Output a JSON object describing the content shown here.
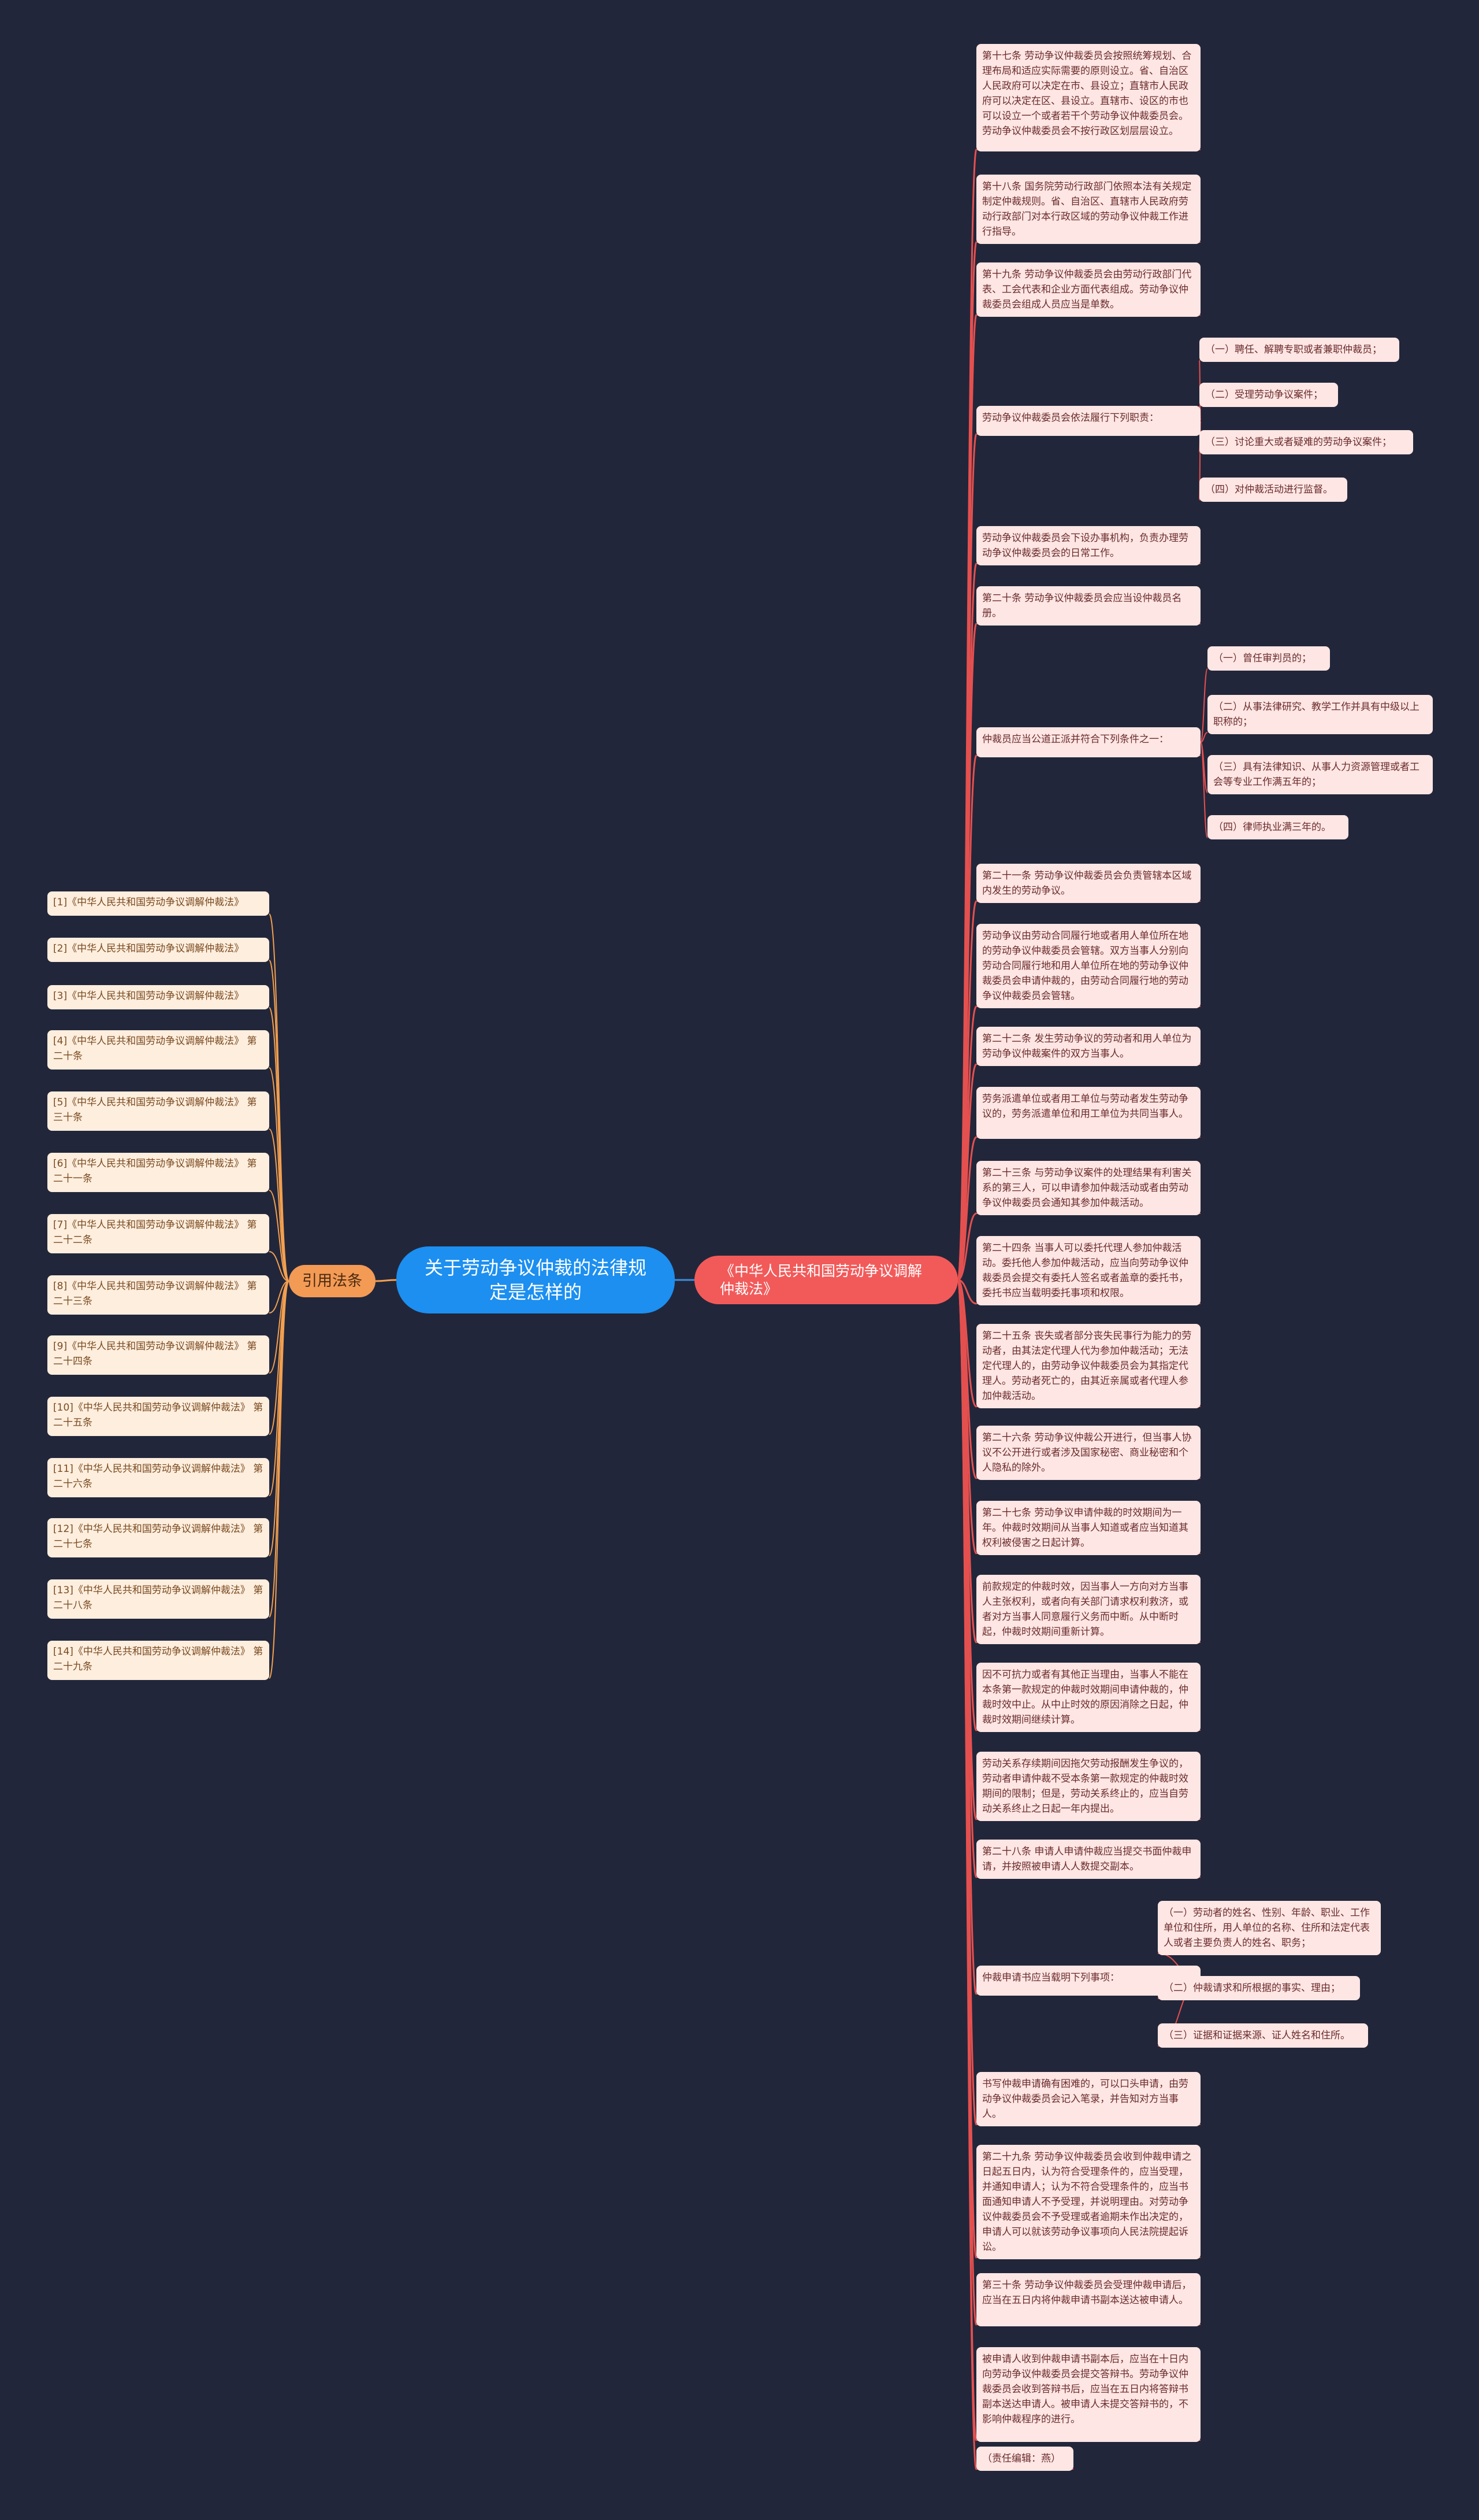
{
  "root": "关于劳动争议仲裁的法律规定是怎样的",
  "right_main": "《中华人民共和国劳动争议调解仲裁法》",
  "left_main": "引用法条",
  "right_items": [
    {
      "text": "第十七条 劳动争议仲裁委员会按照统筹规划、合理布局和适应实际需要的原则设立。省、自治区人民政府可以决定在市、县设立；直辖市人民政府可以决定在区、县设立。直辖市、设区的市也可以设立一个或者若干个劳动争议仲裁委员会。劳动争议仲裁委员会不按行政区划层层设立。"
    },
    {
      "text": "第十八条 国务院劳动行政部门依照本法有关规定制定仲裁规则。省、自治区、直辖市人民政府劳动行政部门对本行政区域的劳动争议仲裁工作进行指导。"
    },
    {
      "text": "第十九条 劳动争议仲裁委员会由劳动行政部门代表、工会代表和企业方面代表组成。劳动争议仲裁委员会组成人员应当是单数。"
    },
    {
      "text": "劳动争议仲裁委员会依法履行下列职责：",
      "children": [
        "（一）聘任、解聘专职或者兼职仲裁员；",
        "（二）受理劳动争议案件；",
        "（三）讨论重大或者疑难的劳动争议案件；",
        "（四）对仲裁活动进行监督。"
      ]
    },
    {
      "text": "劳动争议仲裁委员会下设办事机构，负责办理劳动争议仲裁委员会的日常工作。"
    },
    {
      "text": "第二十条 劳动争议仲裁委员会应当设仲裁员名册。"
    },
    {
      "text": "仲裁员应当公道正派并符合下列条件之一：",
      "children": [
        "（一）曾任审判员的；",
        "（二）从事法律研究、教学工作并具有中级以上职称的；",
        "（三）具有法律知识、从事人力资源管理或者工会等专业工作满五年的；",
        "（四）律师执业满三年的。"
      ]
    },
    {
      "text": "第二十一条 劳动争议仲裁委员会负责管辖本区域内发生的劳动争议。"
    },
    {
      "text": "劳动争议由劳动合同履行地或者用人单位所在地的劳动争议仲裁委员会管辖。双方当事人分别向劳动合同履行地和用人单位所在地的劳动争议仲裁委员会申请仲裁的，由劳动合同履行地的劳动争议仲裁委员会管辖。"
    },
    {
      "text": "第二十二条 发生劳动争议的劳动者和用人单位为劳动争议仲裁案件的双方当事人。"
    },
    {
      "text": "劳务派遣单位或者用工单位与劳动者发生劳动争议的，劳务派遣单位和用工单位为共同当事人。"
    },
    {
      "text": "第二十三条 与劳动争议案件的处理结果有利害关系的第三人，可以申请参加仲裁活动或者由劳动争议仲裁委员会通知其参加仲裁活动。"
    },
    {
      "text": "第二十四条 当事人可以委托代理人参加仲裁活动。委托他人参加仲裁活动，应当向劳动争议仲裁委员会提交有委托人签名或者盖章的委托书，委托书应当载明委托事项和权限。"
    },
    {
      "text": "第二十五条 丧失或者部分丧失民事行为能力的劳动者，由其法定代理人代为参加仲裁活动；无法定代理人的，由劳动争议仲裁委员会为其指定代理人。劳动者死亡的，由其近亲属或者代理人参加仲裁活动。"
    },
    {
      "text": "第二十六条 劳动争议仲裁公开进行，但当事人协议不公开进行或者涉及国家秘密、商业秘密和个人隐私的除外。"
    },
    {
      "text": "第二十七条 劳动争议申请仲裁的时效期间为一年。仲裁时效期间从当事人知道或者应当知道其权利被侵害之日起计算。"
    },
    {
      "text": "前款规定的仲裁时效，因当事人一方向对方当事人主张权利，或者向有关部门请求权利救济，或者对方当事人同意履行义务而中断。从中断时起，仲裁时效期间重新计算。"
    },
    {
      "text": "因不可抗力或者有其他正当理由，当事人不能在本条第一款规定的仲裁时效期间申请仲裁的，仲裁时效中止。从中止时效的原因消除之日起，仲裁时效期间继续计算。"
    },
    {
      "text": "劳动关系存续期间因拖欠劳动报酬发生争议的，劳动者申请仲裁不受本条第一款规定的仲裁时效期间的限制；但是，劳动关系终止的，应当自劳动关系终止之日起一年内提出。"
    },
    {
      "text": "第二十八条 申请人申请仲裁应当提交书面仲裁申请，并按照被申请人人数提交副本。"
    },
    {
      "text": "仲裁申请书应当载明下列事项：",
      "children": [
        "（一）劳动者的姓名、性别、年龄、职业、工作单位和住所，用人单位的名称、住所和法定代表人或者主要负责人的姓名、职务；",
        "（二）仲裁请求和所根据的事实、理由；",
        "（三）证据和证据来源、证人姓名和住所。"
      ]
    },
    {
      "text": "书写仲裁申请确有困难的，可以口头申请，由劳动争议仲裁委员会记入笔录，并告知对方当事人。"
    },
    {
      "text": "第二十九条 劳动争议仲裁委员会收到仲裁申请之日起五日内，认为符合受理条件的，应当受理，并通知申请人；认为不符合受理条件的，应当书面通知申请人不予受理，并说明理由。对劳动争议仲裁委员会不予受理或者逾期未作出决定的，申请人可以就该劳动争议事项向人民法院提起诉讼。"
    },
    {
      "text": "第三十条 劳动争议仲裁委员会受理仲裁申请后，应当在五日内将仲裁申请书副本送达被申请人。"
    },
    {
      "text": "被申请人收到仲裁申请书副本后，应当在十日内向劳动争议仲裁委员会提交答辩书。劳动争议仲裁委员会收到答辩书后，应当在五日内将答辩书副本送达申请人。被申请人未提交答辩书的，不影响仲裁程序的进行。"
    },
    {
      "text": "（责任编辑：燕）"
    }
  ],
  "left_items": [
    "[1]《中华人民共和国劳动争议调解仲裁法》",
    "[2]《中华人民共和国劳动争议调解仲裁法》",
    "[3]《中华人民共和国劳动争议调解仲裁法》",
    "[4]《中华人民共和国劳动争议调解仲裁法》 第二十条",
    "[5]《中华人民共和国劳动争议调解仲裁法》 第三十条",
    "[6]《中华人民共和国劳动争议调解仲裁法》 第二十一条",
    "[7]《中华人民共和国劳动争议调解仲裁法》 第二十二条",
    "[8]《中华人民共和国劳动争议调解仲裁法》 第二十三条",
    "[9]《中华人民共和国劳动争议调解仲裁法》 第二十四条",
    "[10]《中华人民共和国劳动争议调解仲裁法》 第二十五条",
    "[11]《中华人民共和国劳动争议调解仲裁法》 第二十六条",
    "[12]《中华人民共和国劳动争议调解仲裁法》 第二十七条",
    "[13]《中华人民共和国劳动争议调解仲裁法》 第二十八条",
    "[14]《中华人民共和国劳动争议调解仲裁法》 第二十九条"
  ],
  "colors": {
    "background": "#22263a",
    "root": "#1c8ff0",
    "right_main": "#f25a5a",
    "left_main": "#f39a55",
    "right_leaf": "#fde6e4",
    "left_leaf": "#fdeede",
    "right_link": "#e4504f",
    "left_link": "#f2a050"
  }
}
